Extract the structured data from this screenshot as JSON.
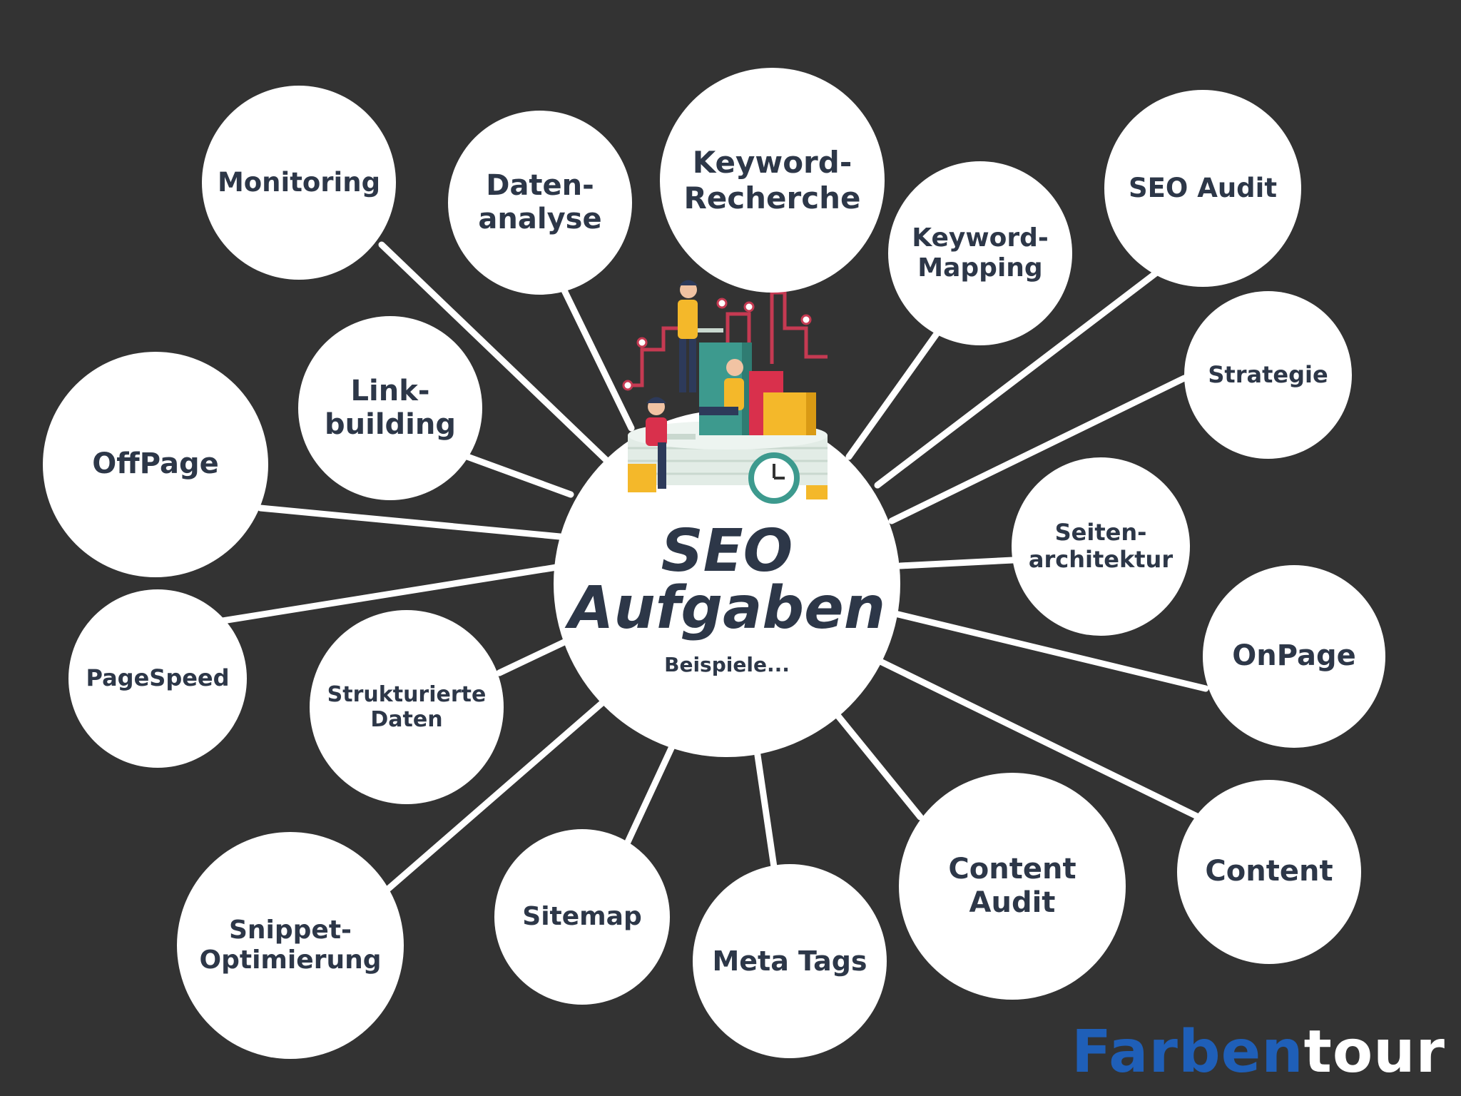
{
  "center": {
    "title_line1": "SEO",
    "title_line2": "Aufgaben",
    "subtitle": "Beispiele..."
  },
  "nodes": [
    "Monitoring",
    "Daten-\nanalyse",
    "Keyword-\nRecherche",
    "Keyword-\nMapping",
    "SEO Audit",
    "Strategie",
    "Link-\nbuilding",
    "OffPage",
    "Seiten-\narchitektur",
    "OnPage",
    "PageSpeed",
    "Strukturierte\nDaten",
    "Content",
    "Content\nAudit",
    "Snippet-\nOptimierung",
    "Sitemap",
    "Meta Tags"
  ],
  "brand": {
    "part1": "Farben",
    "part2": "tour",
    "color1": "#1f5fb8",
    "color2": "#ffffff"
  },
  "colors": {
    "background": "#333333",
    "bubble": "#ffffff",
    "text": "#2d3748"
  }
}
